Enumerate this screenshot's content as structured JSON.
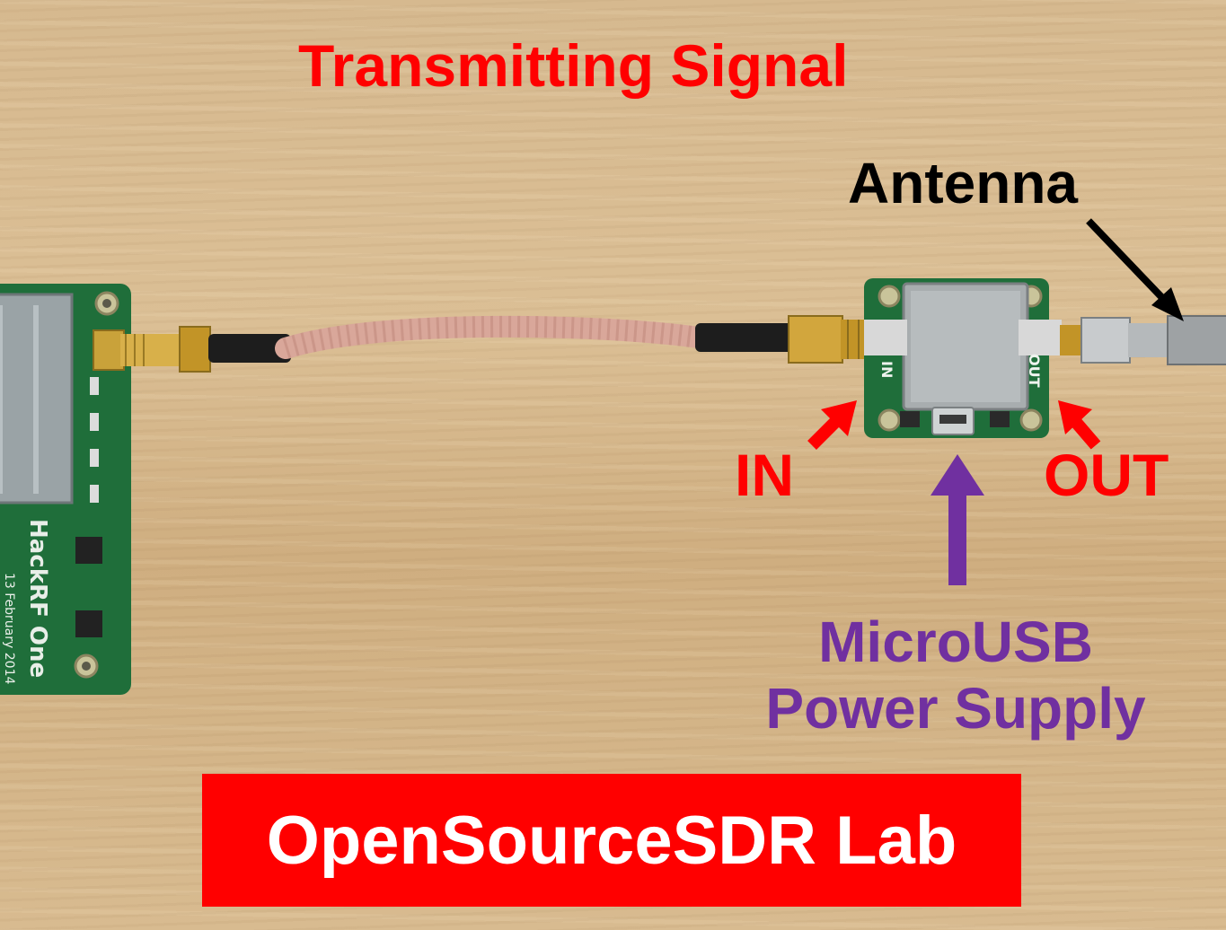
{
  "title": "Transmitting Signal",
  "labels": {
    "antenna": "Antenna",
    "in": "IN",
    "out": "OUT",
    "usb_line1": "MicroUSB",
    "usb_line2": "Power Supply"
  },
  "brand": "OpenSourceSDR Lab",
  "board_markings": {
    "in": "IN",
    "out": "OUT",
    "hackrf_name": "HackRF One",
    "hackrf_date": "13 February 2014"
  },
  "colors": {
    "title": "#ff0000",
    "antenna": "#000000",
    "in_out": "#ff0000",
    "usb": "#7030a0",
    "brand_bg": "#ff0000",
    "brand_text": "#ffffff",
    "pcb": "#1f6e3a"
  }
}
